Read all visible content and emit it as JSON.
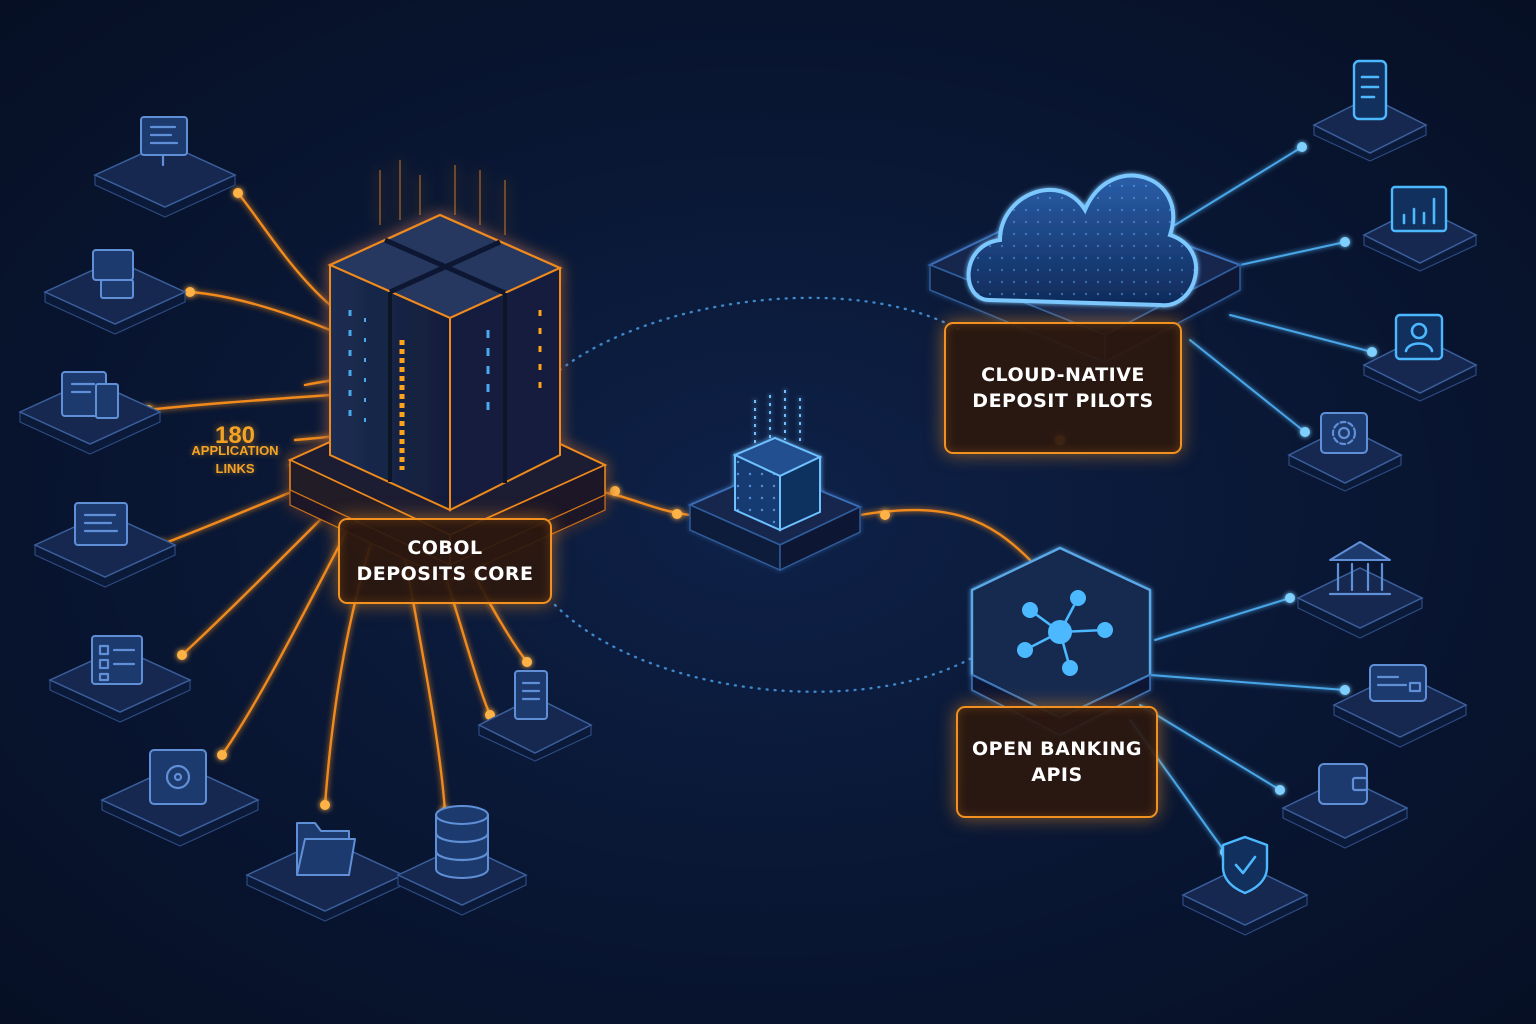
{
  "diagram": {
    "core_label": [
      "COBOL",
      "DEPOSITS CORE"
    ],
    "cloud_label": [
      "CLOUD-NATIVE",
      "DEPOSIT PILOTS"
    ],
    "api_label": [
      "OPEN BANKING",
      "APIS"
    ],
    "links": {
      "count": "180",
      "text": [
        "APPLICATION",
        "LINKS"
      ]
    }
  },
  "colors": {
    "background": "#0a1836",
    "legacy_accent": "#f08a1c",
    "modern_accent": "#4aa6e8",
    "label_text": "#ffffff"
  },
  "legacy_nodes": [
    {
      "icon": "monitor-icon"
    },
    {
      "icon": "terminal-icon"
    },
    {
      "icon": "printer-icon"
    },
    {
      "icon": "screen-list-icon"
    },
    {
      "icon": "form-icon"
    },
    {
      "icon": "safe-icon"
    },
    {
      "icon": "folder-icon"
    },
    {
      "icon": "database-icon"
    },
    {
      "icon": "document-server-icon"
    }
  ],
  "cloud_nodes": [
    {
      "icon": "mobile-phone-icon"
    },
    {
      "icon": "bar-chart-icon"
    },
    {
      "icon": "user-profile-icon"
    },
    {
      "icon": "gear-icon"
    }
  ],
  "api_nodes": [
    {
      "icon": "bank-icon"
    },
    {
      "icon": "credit-card-icon"
    },
    {
      "icon": "wallet-icon"
    },
    {
      "icon": "shield-check-icon"
    }
  ]
}
